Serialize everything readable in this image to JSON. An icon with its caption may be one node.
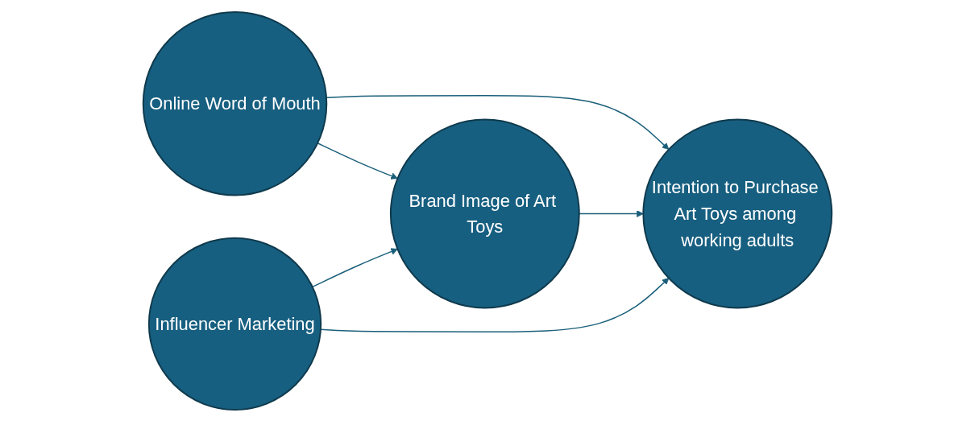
{
  "diagram": {
    "nodes": [
      {
        "text": [
          "Online Word of Mouth"
        ]
      },
      {
        "text": [
          "Brand Image of Art Toys"
        ]
      },
      {
        "text": [
          "Intention to Purchase Art Toys among working adults"
        ]
      },
      {
        "text": [
          "Influencer Marketing"
        ]
      }
    ],
    "edges": [
      {
        "from": 0,
        "to": 2,
        "arrow": "to"
      },
      {
        "from": 0,
        "to": 1,
        "arrow": "to"
      },
      {
        "from": 1,
        "to": 2,
        "arrow": "to"
      },
      {
        "from": 3,
        "to": 1,
        "arrow": "to"
      },
      {
        "from": 3,
        "to": 2,
        "arrow": "to"
      }
    ]
  }
}
